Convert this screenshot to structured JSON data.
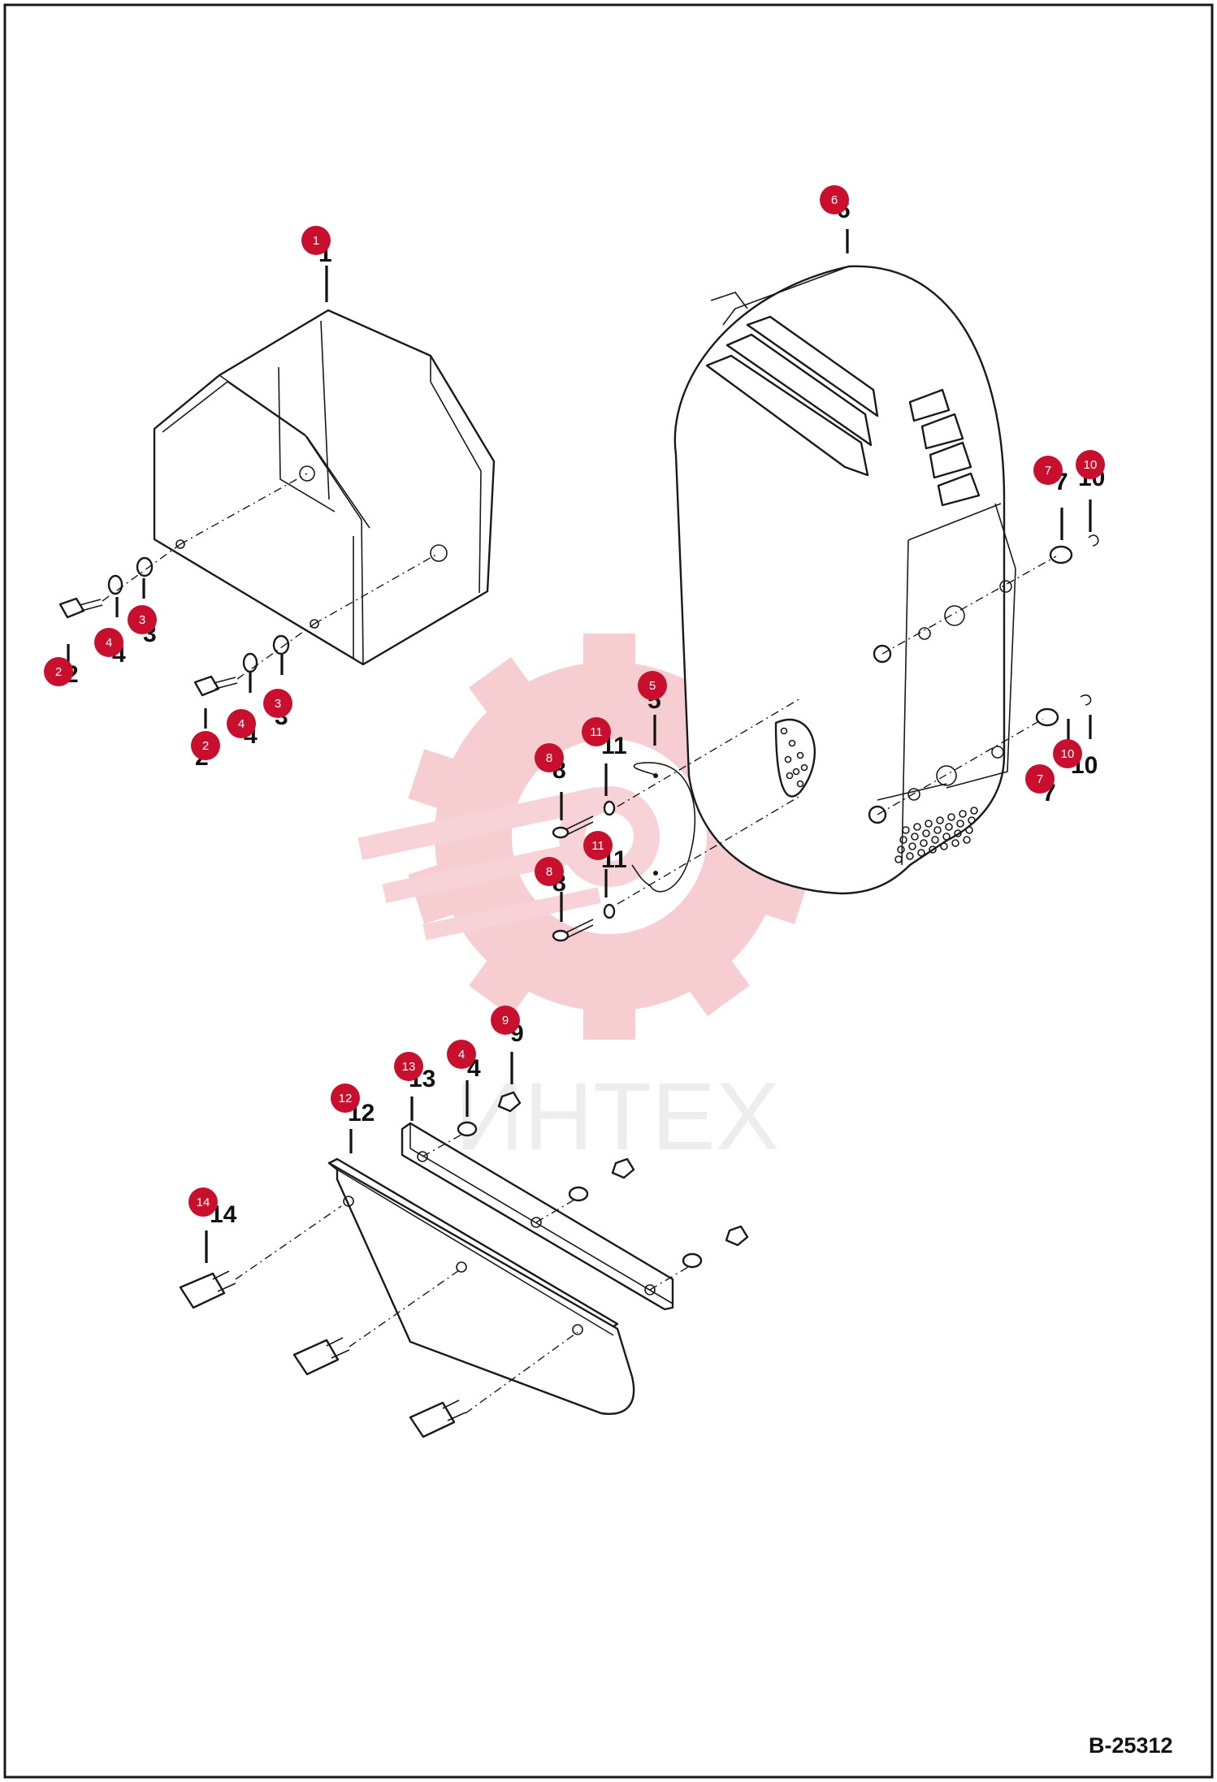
{
  "drawing": {
    "drawing_id": "B-25312",
    "watermark_text": "ИНТЕХ",
    "callout_color": "#c8102e",
    "watermark_color": "#f6c9cd"
  },
  "callouts": [
    {
      "number": "1"
    },
    {
      "number": "2"
    },
    {
      "number": "2"
    },
    {
      "number": "3"
    },
    {
      "number": "3"
    },
    {
      "number": "4"
    },
    {
      "number": "4"
    },
    {
      "number": "4"
    },
    {
      "number": "5"
    },
    {
      "number": "6"
    },
    {
      "number": "7"
    },
    {
      "number": "7"
    },
    {
      "number": "8"
    },
    {
      "number": "8"
    },
    {
      "number": "9"
    },
    {
      "number": "10"
    },
    {
      "number": "10"
    },
    {
      "number": "11"
    },
    {
      "number": "11"
    },
    {
      "number": "12"
    },
    {
      "number": "13"
    },
    {
      "number": "14"
    }
  ],
  "reference_numbers": [
    {
      "text": "1"
    },
    {
      "text": "2"
    },
    {
      "text": "2"
    },
    {
      "text": "3"
    },
    {
      "text": "3"
    },
    {
      "text": "4"
    },
    {
      "text": "4"
    },
    {
      "text": "4"
    },
    {
      "text": "5"
    },
    {
      "text": "6"
    },
    {
      "text": "7"
    },
    {
      "text": "7"
    },
    {
      "text": "8"
    },
    {
      "text": "8"
    },
    {
      "text": "9"
    },
    {
      "text": "10"
    },
    {
      "text": "10"
    },
    {
      "text": "11"
    },
    {
      "text": "11"
    },
    {
      "text": "12"
    },
    {
      "text": "13"
    },
    {
      "text": "14"
    }
  ]
}
